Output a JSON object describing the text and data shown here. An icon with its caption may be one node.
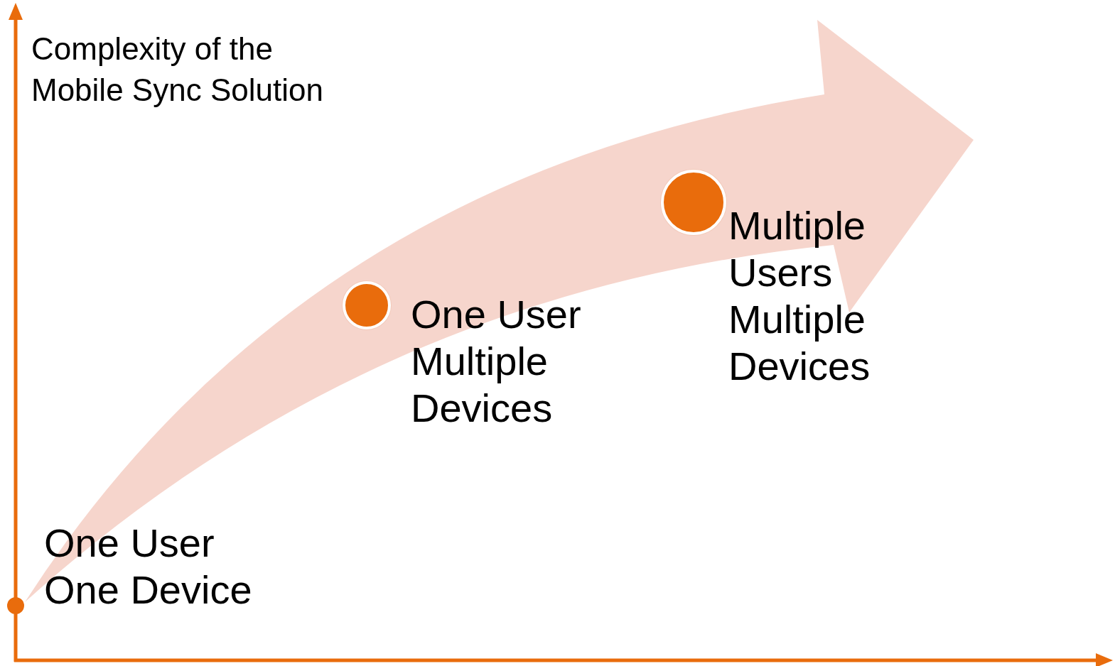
{
  "diagram": {
    "nodes": [
      {
        "text": [],
        "shape": "circle",
        "beside": [
          "One User One Device"
        ]
      },
      {
        "text": [],
        "shape": "circle",
        "beside": [
          "One User Multiple Devices"
        ]
      },
      {
        "text": [],
        "shape": "circle",
        "beside": [
          "Multiple Users Multiple Devices"
        ]
      }
    ],
    "labels": [
      "Complexity of the Mobile Sync Solution"
    ]
  }
}
